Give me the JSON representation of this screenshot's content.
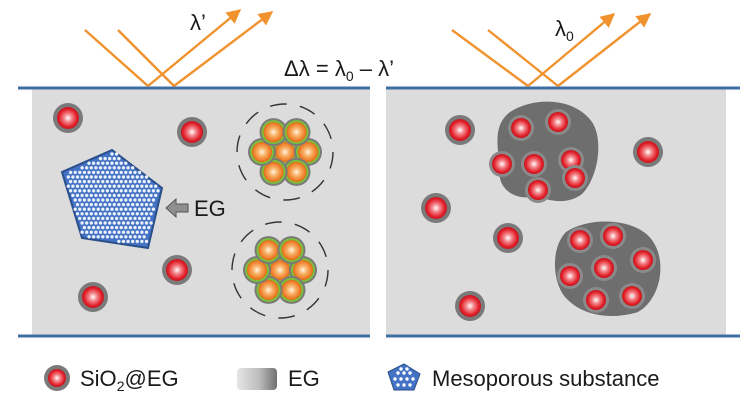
{
  "formula": {
    "delta": "Δλ",
    "equals": "=",
    "lambda0": "λ",
    "lambda0_sub": "0",
    "minus": "–",
    "lambda_prime": "λ’"
  },
  "left_panel": {
    "beam_label": "λ’",
    "arrow_label": "EG"
  },
  "right_panel": {
    "beam_label": "λ",
    "beam_label_sub": "0"
  },
  "legend": {
    "sio2_main": "SiO",
    "sio2_sub": "2",
    "sio2_rest": "@EG",
    "eg_label": "EG",
    "meso_label": "Mesoporous substance"
  },
  "colors": {
    "beam": "#f0922e",
    "film_line": "#3d6ea6",
    "panel_fill": "#dcdcdc",
    "sphere_red": "#e8202a",
    "shell_gray": "#7a7a7a",
    "particle_orange": "#ef7f2a",
    "particle_shell_green": "#7cbf3a",
    "eg_dark": "#6b6b6b",
    "meso_blue": "#4472c4"
  }
}
